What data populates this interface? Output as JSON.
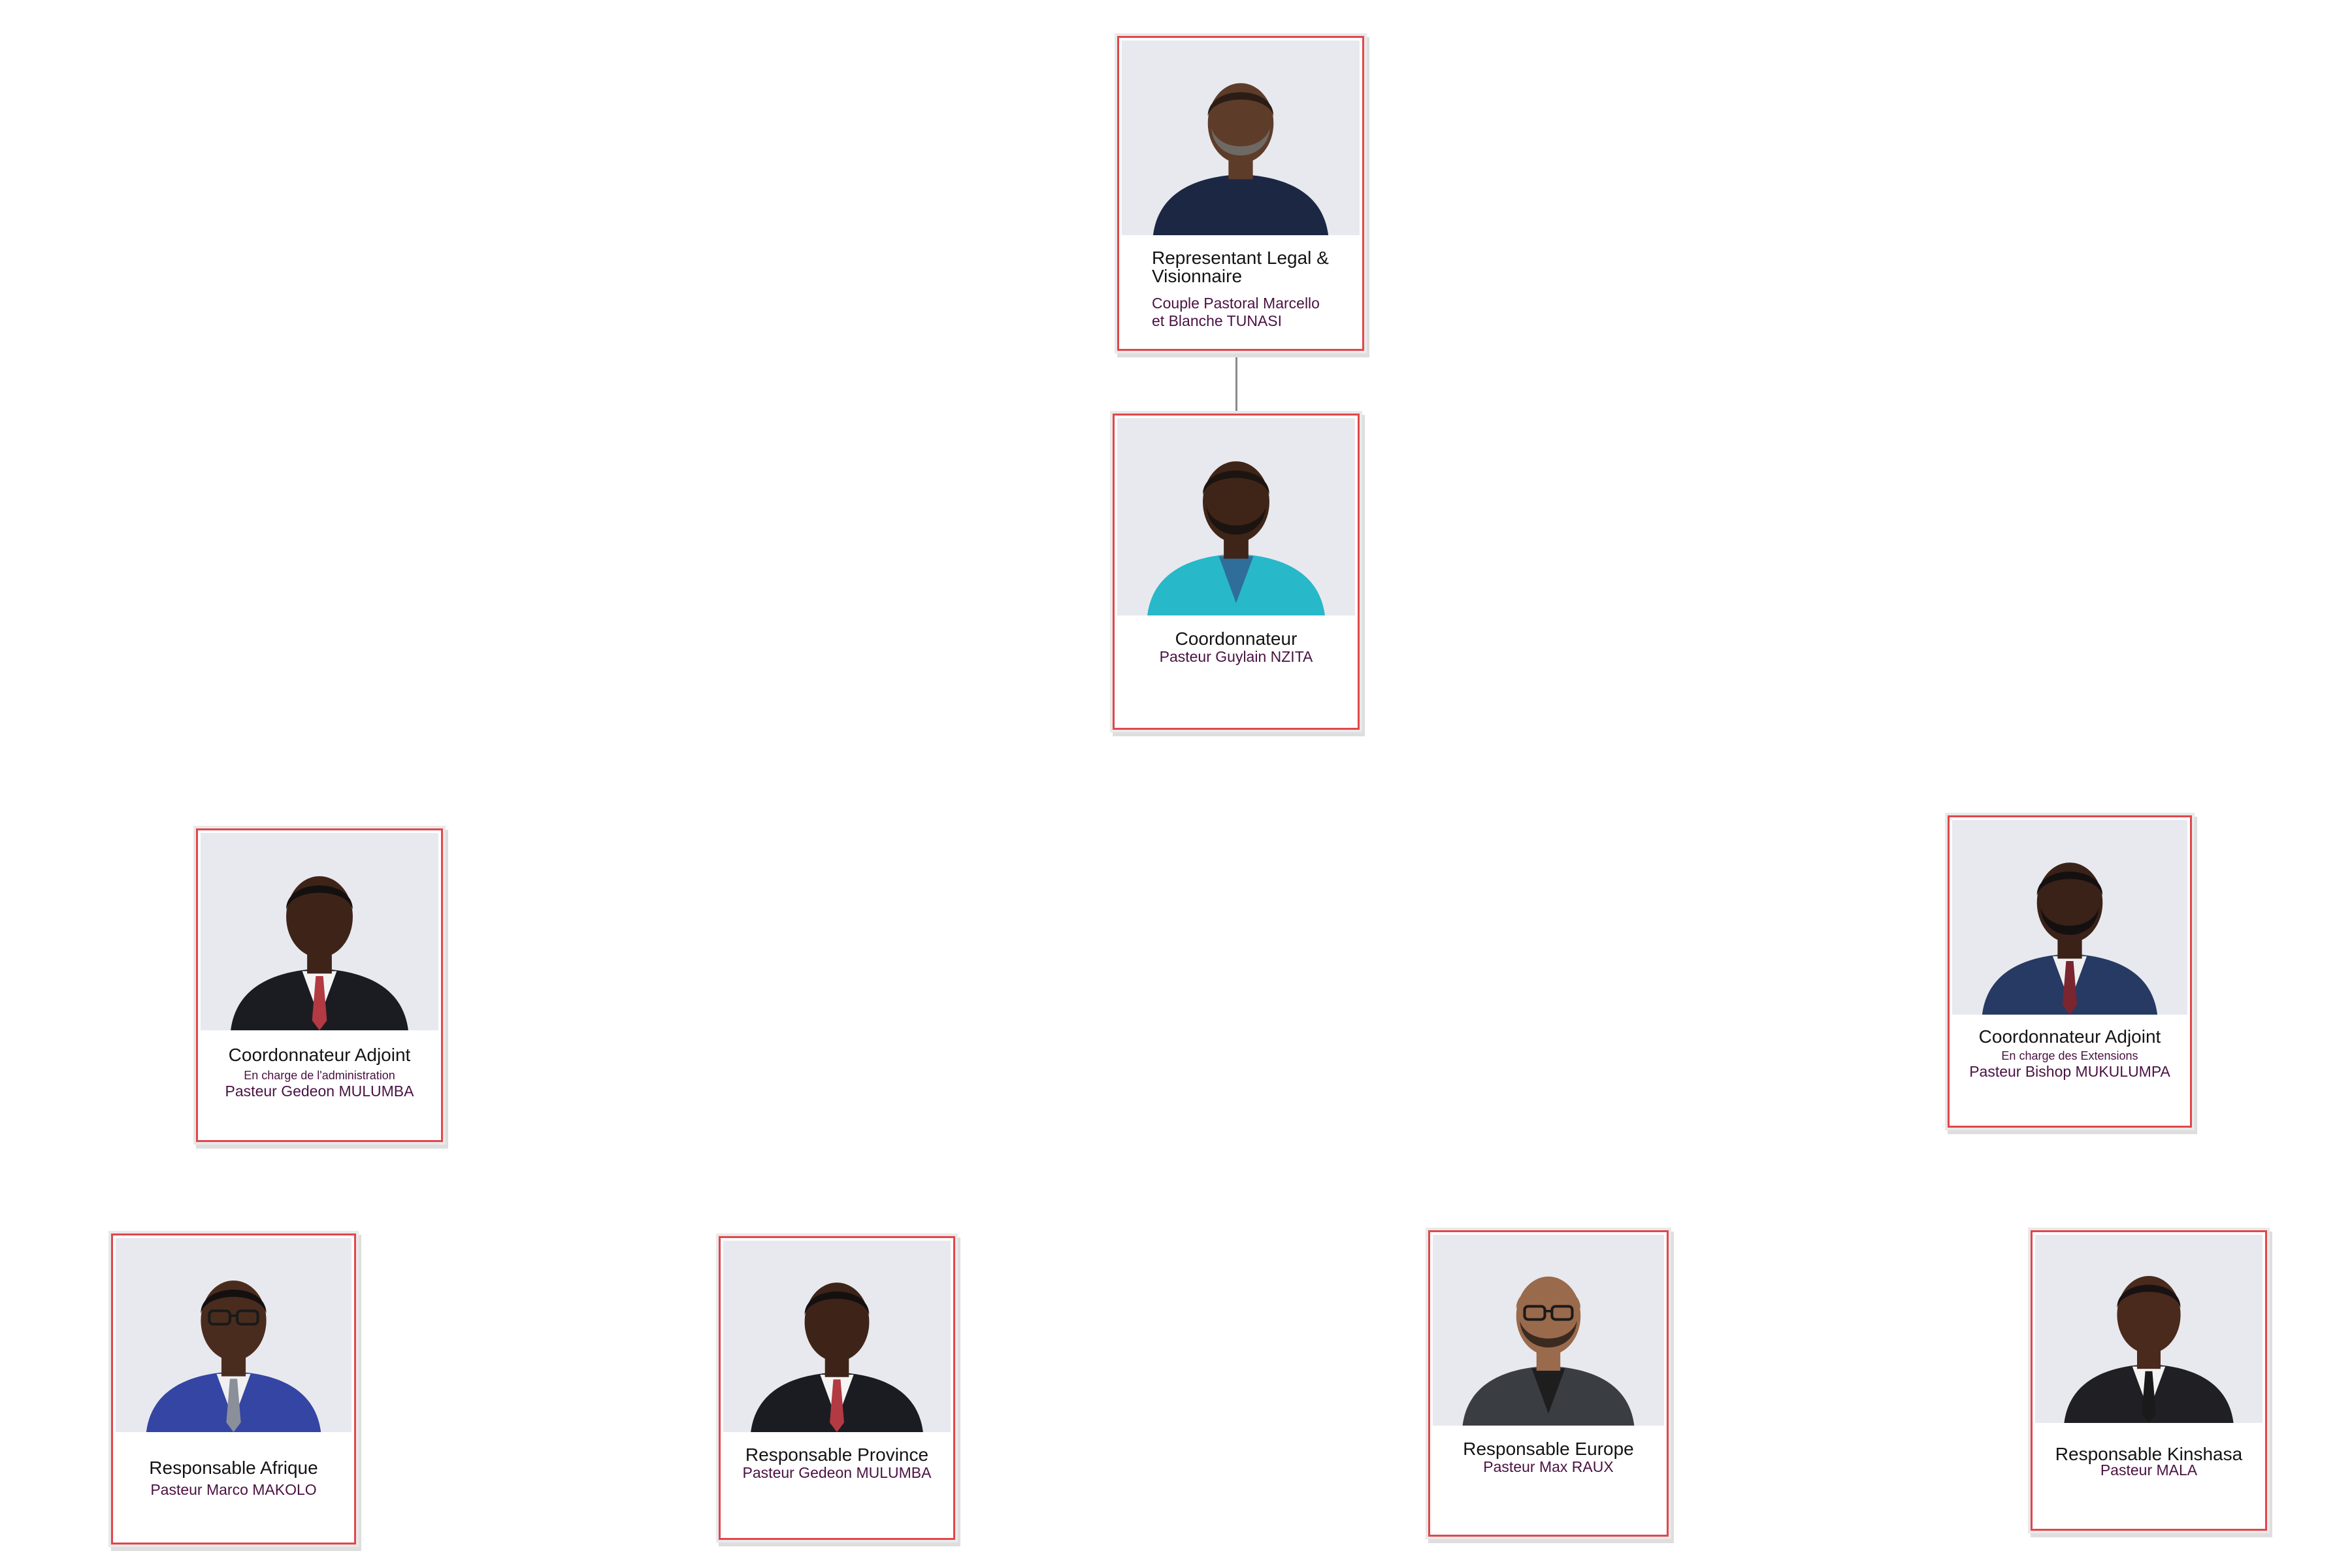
{
  "nodes": {
    "representant": {
      "role": "Representant Legal & Visionnaire",
      "name_line1": "Couple Pastoral Marcello",
      "name_line2": "et Blanche TUNASI",
      "photo": {
        "skin": "#5e3c2a",
        "suit": "#1c2744",
        "shirt": "#1c2744",
        "hair": "#2b1d16",
        "beard": "#6e6963",
        "glasses": false
      }
    },
    "coordonnateur": {
      "role": "Coordonnateur",
      "name": "Pasteur Guylain NZITA",
      "photo": {
        "skin": "#3f2518",
        "suit": "#27b8c9",
        "shirt": "#2f6e9a",
        "hair": "#1c1410",
        "beard": "#1c1410",
        "glasses": false
      }
    },
    "adjoint_admin": {
      "role": "Coordonnateur Adjoint",
      "subtitle": "En charge de l'administration",
      "name": "Pasteur Gedeon MULUMBA",
      "photo": {
        "skin": "#3e2418",
        "suit": "#1b1c22",
        "shirt": "#f4f4f4",
        "tie": "#b33a42",
        "hair": "#141010",
        "glasses": false
      }
    },
    "adjoint_ext": {
      "role": "Coordonnateur Adjoint",
      "subtitle": "En charge des Extensions",
      "name": "Pasteur Bishop MUKULUMPA",
      "photo": {
        "skin": "#3a2218",
        "suit": "#263a63",
        "shirt": "#f0f0f0",
        "tie": "#7a2530",
        "hair": "#141010",
        "beard": "#141010",
        "glasses": false
      }
    },
    "afrique": {
      "role": "Responsable Afrique",
      "name": "Pasteur Marco MAKOLO",
      "photo": {
        "skin": "#4a2c1e",
        "suit": "#3445a3",
        "shirt": "#f0f0f0",
        "tie": "#8a8f9a",
        "hair": "#141010",
        "glasses": true
      }
    },
    "province": {
      "role": "Responsable Province",
      "name": "Pasteur Gedeon MULUMBA",
      "photo": {
        "skin": "#3e2418",
        "suit": "#1b1c22",
        "shirt": "#f4f4f4",
        "tie": "#b33a42",
        "hair": "#141010",
        "glasses": false
      }
    },
    "europe": {
      "role": "Responsable Europe",
      "name": "Pasteur Max RAUX",
      "photo": {
        "skin": "#9a6a4c",
        "suit": "#3a3d42",
        "shirt": "#1e1e1e",
        "hair": "#9a6a4c",
        "beard": "#3a2a20",
        "glasses": true
      }
    },
    "kinshasa": {
      "role": "Responsable Kinshasa",
      "name": "Pasteur MALA",
      "photo": {
        "skin": "#4a2a1c",
        "suit": "#202024",
        "shirt": "#f4f4f4",
        "tie": "#1a1a1a",
        "hair": "#181212",
        "glasses": false
      }
    }
  }
}
